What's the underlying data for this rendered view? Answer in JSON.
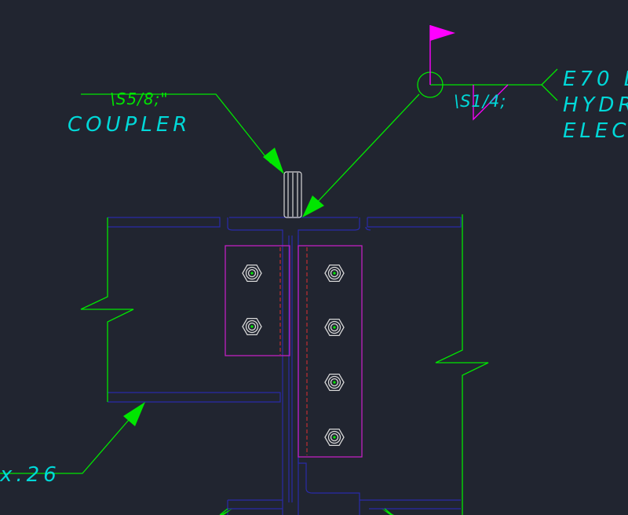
{
  "drawing": {
    "labels": {
      "coupler_size": "\\S5/8;\"",
      "coupler": "COUPLER",
      "weld_size": "\\S1/4;",
      "spec_line1": "E70 L",
      "spec_line2": "HYDR",
      "spec_line3": "ELEC",
      "beam_ref": "x.26"
    },
    "colors": {
      "background": "#212530",
      "leader": "#00e600",
      "beam": "#2a2aa8",
      "plate": "#c020c0",
      "text": "#00d8d8",
      "bolt": "#d8d8d8",
      "centerline": "#e03030",
      "flag": "#ff00ff"
    }
  }
}
